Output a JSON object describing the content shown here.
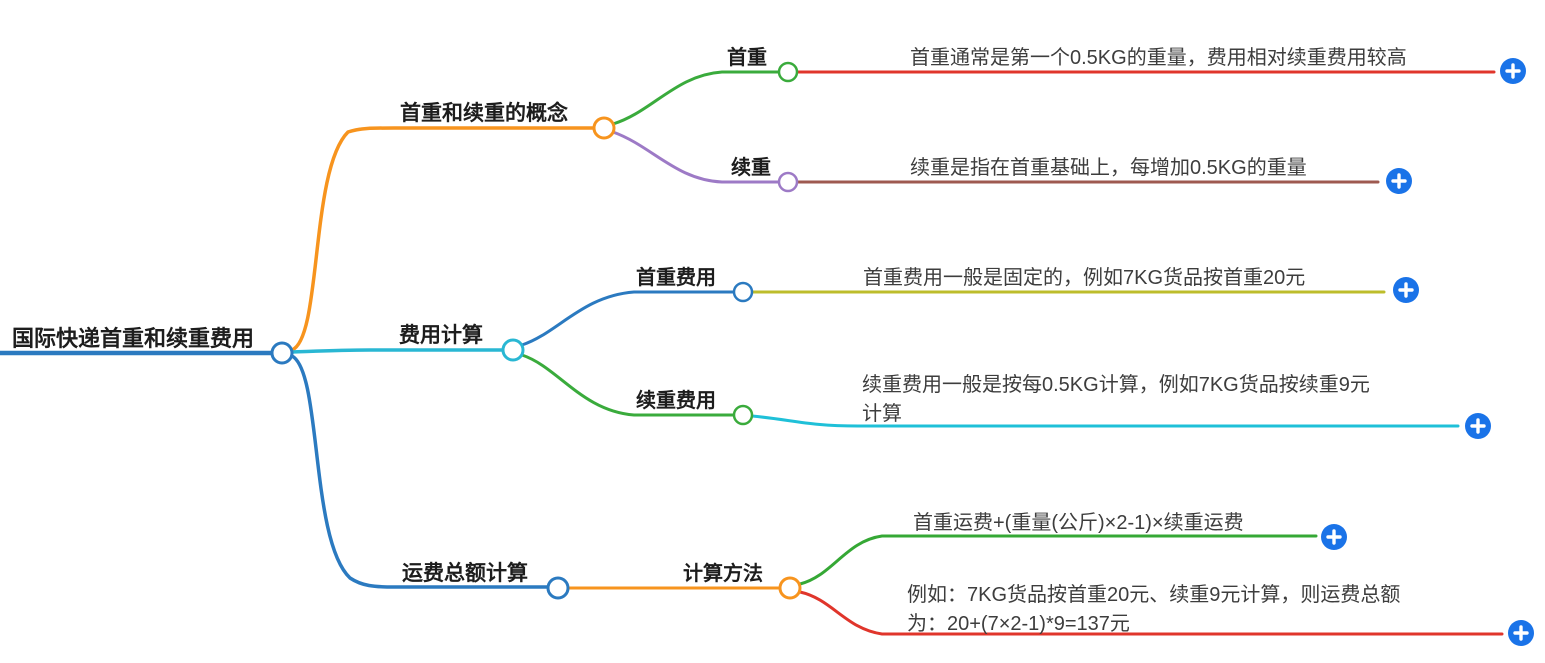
{
  "palette": {
    "blue": "#2b7ac0",
    "orange": "#f7941e",
    "cyan": "#29b7d3",
    "green": "#3aab3c",
    "purple": "#9d7ac6",
    "red": "#e0352b",
    "maroon": "#9e5a50",
    "olive": "#bdbd2b",
    "leaf_cyan": "#1fc0d8",
    "formula_green": "#35a835",
    "plus_blue": "#1a73e8"
  },
  "mindmap": {
    "root": {
      "label": "国际快递首重和续重费用"
    },
    "branches": [
      {
        "label": "首重和续重的概念",
        "children": [
          {
            "label": "首重",
            "leaves": [
              {
                "lines": [
                  "首重通常是第一个0.5KG的重量，费用相对续重费用较高"
                ]
              }
            ]
          },
          {
            "label": "续重",
            "leaves": [
              {
                "lines": [
                  "续重是指在首重基础上，每增加0.5KG的重量"
                ]
              }
            ]
          }
        ]
      },
      {
        "label": "费用计算",
        "children": [
          {
            "label": "首重费用",
            "leaves": [
              {
                "lines": [
                  "首重费用一般是固定的，例如7KG货品按首重20元"
                ]
              }
            ]
          },
          {
            "label": "续重费用",
            "leaves": [
              {
                "lines": [
                  "续重费用一般是按每0.5KG计算，例如7KG货品按续重9元",
                  "计算"
                ]
              }
            ]
          }
        ]
      },
      {
        "label": "运费总额计算",
        "children": [
          {
            "label": "计算方法",
            "leaves": [
              {
                "lines": [
                  "首重运费+(重量(公斤)×2-1)×续重运费"
                ]
              },
              {
                "lines": [
                  "例如：7KG货品按首重20元、续重9元计算，则运费总额",
                  "为：20+(7×2-1)*9=137元"
                ]
              }
            ]
          }
        ]
      }
    ],
    "add_button": {
      "icon": "plus-icon"
    }
  }
}
